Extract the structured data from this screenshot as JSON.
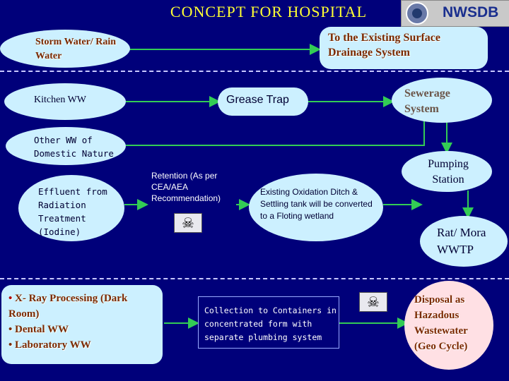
{
  "header": {
    "title": "CONCEPT FOR HOSPITAL",
    "logo_text": "NWSDB"
  },
  "nodes": {
    "storm_water": "Storm Water/ Rain Water",
    "existing_surface": "To the Existing Surface Drainage System",
    "kitchen_ww": "Kitchen WW",
    "grease_trap": "Grease Trap",
    "sewerage_system": "Sewerage System",
    "other_ww": "Other WW of Domestic Nature",
    "pumping_station": "Pumping Station",
    "effluent_radiation": "Effluent from Radiation Treatment (Iodine)",
    "retention": "Retention (As per CEA/AEA Recommendation)",
    "oxidation_ditch": "Existing Oxidation Ditch & Settling tank will be converted to a Floting wetland",
    "wwtp": "Rat/ Mora WWTP",
    "xray_items": [
      "X- Ray Processing (Dark Room)",
      "Dental WW",
      "Laboratory WW"
    ],
    "collection": "Collection to Containers in concentrated form with separate plumbing system",
    "disposal": "Disposal as Hazadous Wastewater (Geo Cycle)"
  },
  "icons": {
    "hazard": "skull-crossbones-icon",
    "logo": "nwsdb-emblem-icon"
  },
  "colors": {
    "background": "#00007a",
    "title": "#ffff33",
    "node_fill": "#ccf0ff",
    "arrow": "#33cc55",
    "disposal_fill": "#ffe0e4"
  }
}
